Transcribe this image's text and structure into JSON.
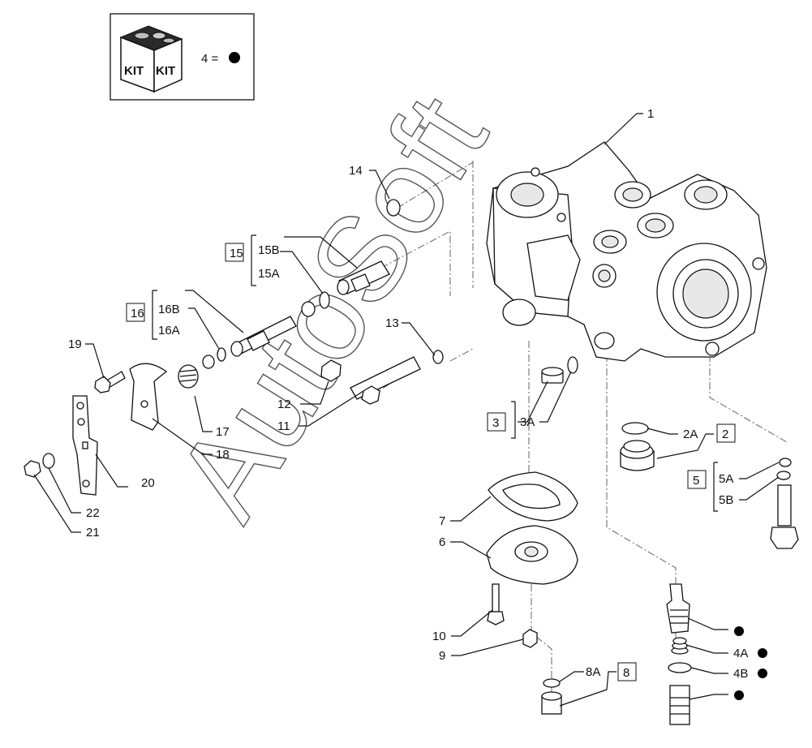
{
  "kit": {
    "left": "KIT",
    "right": "KIT",
    "legend": "4 ="
  },
  "watermark": "AutoSoft",
  "callouts": {
    "c1": "1",
    "c2": "2",
    "c2A": "2A",
    "c3": "3",
    "c3A": "3A",
    "c4A": "4A",
    "c4B": "4B",
    "c5": "5",
    "c5A": "5A",
    "c5B": "5B",
    "c6": "6",
    "c7": "7",
    "c8": "8",
    "c8A": "8A",
    "c9": "9",
    "c10": "10",
    "c11": "11",
    "c12": "12",
    "c13": "13",
    "c14": "14",
    "c15": "15",
    "c15A": "15A",
    "c15B": "15B",
    "c16": "16",
    "c16A": "16A",
    "c16B": "16B",
    "c17": "17",
    "c18": "18",
    "c19": "19",
    "c20": "20",
    "c21": "21",
    "c22": "22"
  }
}
